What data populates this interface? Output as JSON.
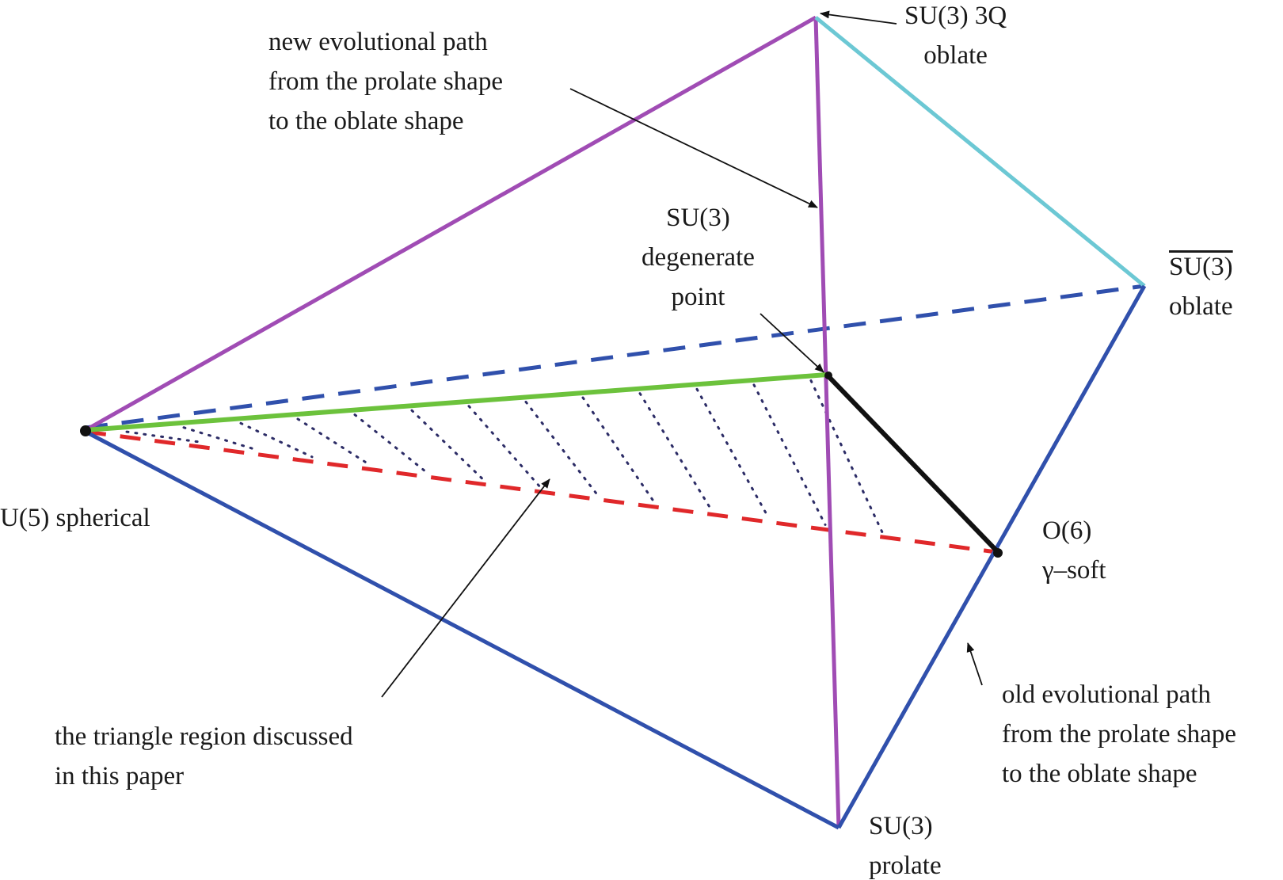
{
  "colors": {
    "magenta": "#a04cb4",
    "cyan": "#6cc8d4",
    "blue": "#3050ac",
    "red": "#e0282a",
    "green": "#6cc23c",
    "black": "#111111",
    "dotted": "#2c2c66"
  },
  "labels": {
    "su3_3q": [
      "SU(3) 3Q",
      "oblate"
    ],
    "su3bar": [
      "SU(3)",
      "oblate"
    ],
    "su3_degenerate": [
      "SU(3)",
      "degenerate",
      "point"
    ],
    "u5": [
      "U(5) spherical"
    ],
    "o6": [
      "O(6)",
      "γ–soft"
    ],
    "su3_prolate": [
      "SU(3)",
      "prolate"
    ],
    "new_path": [
      "new evolutional path",
      "from the prolate shape",
      "to the oblate shape"
    ],
    "old_path": [
      "old evolutional path",
      "from the prolate shape",
      "to the oblate shape"
    ],
    "triangle": [
      "the triangle region discussed",
      "in this paper"
    ]
  }
}
